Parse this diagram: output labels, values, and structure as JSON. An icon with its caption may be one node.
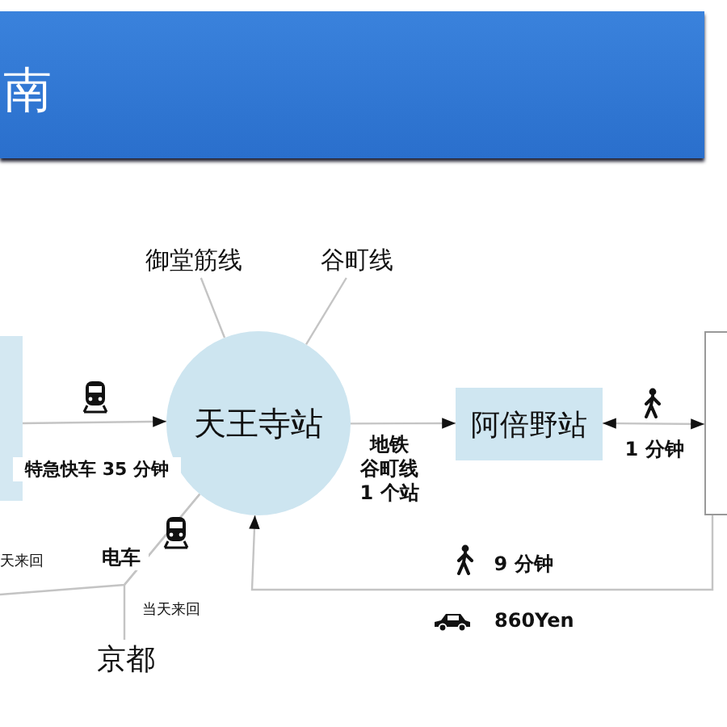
{
  "diagram": {
    "title": "南",
    "nodes": [
      {
        "text": [],
        "shape": "box"
      },
      {
        "text": [
          "天王寺站"
        ]
      },
      {
        "text": [
          "御堂筋线"
        ]
      },
      {
        "text": [
          "谷町线"
        ]
      },
      {
        "text": [
          "阿倍野站"
        ]
      },
      {
        "text": [],
        "shape": "box"
      },
      {
        "text": [
          "京都"
        ]
      }
    ],
    "edges": [
      {
        "from": 0,
        "to": 1,
        "arrow": "to",
        "label": "特急快车 35 分钟"
      },
      {
        "from": 2,
        "to": 1,
        "arrow": "none"
      },
      {
        "from": 3,
        "to": 1,
        "arrow": "none"
      },
      {
        "from": 1,
        "to": 4,
        "arrow": "to",
        "label": "地铁谷町线1 个站"
      },
      {
        "from": 4,
        "to": 5,
        "arrow": "both",
        "label": "1 分钟"
      },
      {
        "from": 5,
        "to": 1,
        "arrow": "to",
        "label": "9 分钟"
      },
      {
        "from": 6,
        "to": 1,
        "arrow": "none",
        "label": "电车"
      },
      {
        "from": null,
        "to": 1,
        "arrow": "none"
      }
    ],
    "labels": [
      "天来回",
      "当天来回",
      "860Yen"
    ]
  }
}
